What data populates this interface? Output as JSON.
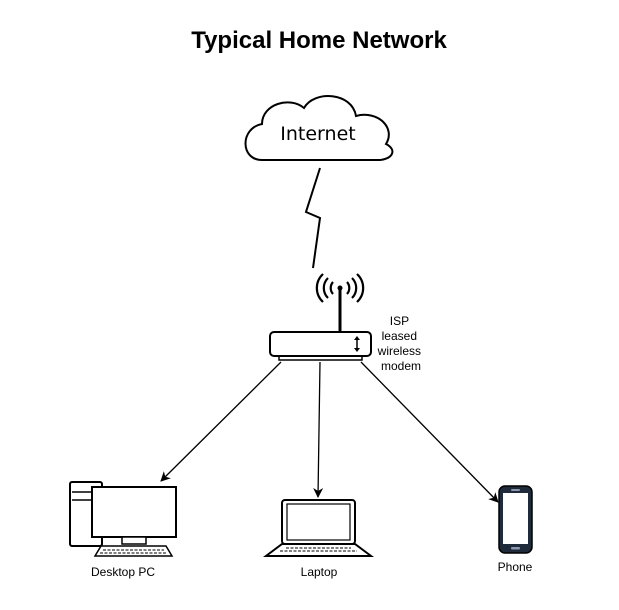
{
  "title": "Typical Home Network",
  "cloud": {
    "label": "Internet",
    "icon": "cloud-icon"
  },
  "link": {
    "icon": "lightning-bolt-icon"
  },
  "modem": {
    "label_lines": [
      "ISP",
      "leased",
      "wireless",
      "modem"
    ],
    "icons": [
      "antenna-icon",
      "wireless-modem-icon"
    ]
  },
  "devices": [
    {
      "id": "desktop",
      "label": "Desktop PC",
      "icon": "desktop-pc-icon"
    },
    {
      "id": "laptop",
      "label": "Laptop",
      "icon": "laptop-icon"
    },
    {
      "id": "phone",
      "label": "Phone",
      "icon": "phone-icon"
    }
  ],
  "colors": {
    "stroke": "#000000",
    "phone_frame": "#1f2a3a",
    "phone_screen": "#ffffff"
  }
}
